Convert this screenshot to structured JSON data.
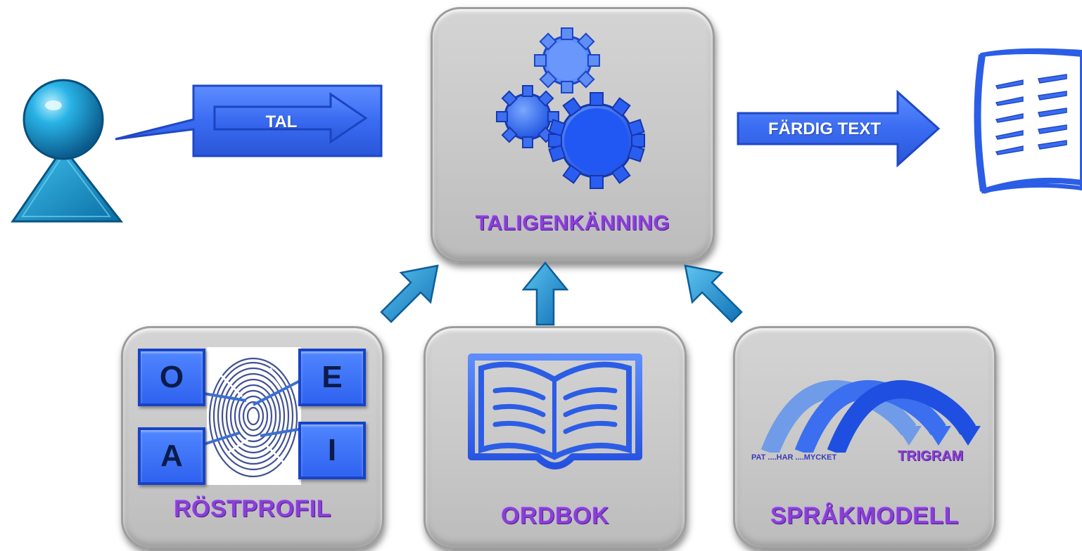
{
  "nodes": {
    "center_label": "TALIGENKÄNNING",
    "voice_profile_label": "RÖSTPROFIL",
    "dictionary_label": "ORDBOK",
    "language_model_label": "SPRÅKMODELL"
  },
  "arrows": {
    "speech_label": "TAL",
    "output_label": "FÄRDIG TEXT"
  },
  "voice_profile": {
    "letters": [
      "O",
      "E",
      "A",
      "I"
    ]
  },
  "language_model": {
    "sequence_text": "PAT ....HAR ....MYCKET",
    "trigram_label": "TRIGRAM"
  },
  "icons": {
    "person": "person-icon",
    "gears": "gears-icon",
    "document": "document-icon",
    "fingerprint": "fingerprint-icon",
    "book": "open-book-icon",
    "trigram_arcs": "trigram-arcs-icon"
  },
  "colors": {
    "primary_blue": "#2f62ef",
    "cyan_blue": "#1b9ad6",
    "label_purple": "#8a3fd6",
    "box_gray": "#c8c8c8"
  }
}
